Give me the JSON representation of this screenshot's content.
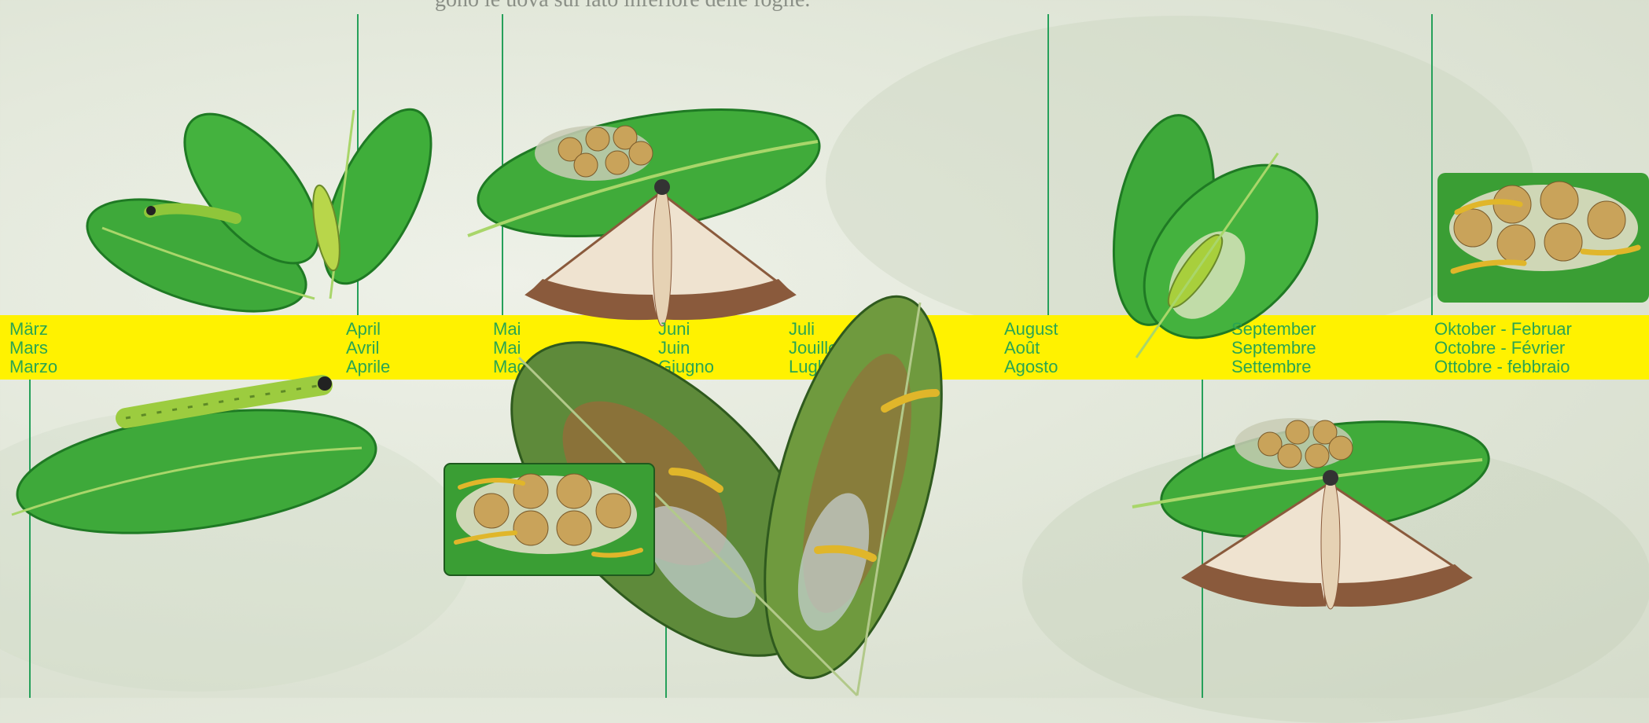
{
  "header": {
    "intro_text_fragment": "gono le uova sul lato inferiore delle foglie."
  },
  "timeline": {
    "months": [
      {
        "de": "März",
        "fr": "Mars",
        "it": "Marzo"
      },
      {
        "de": "April",
        "fr": "Avril",
        "it": "Aprile"
      },
      {
        "de": "Mai",
        "fr": "Mai",
        "it": "Maggio"
      },
      {
        "de": "Juni",
        "fr": "Juin",
        "it": "Giugno"
      },
      {
        "de": "Juli",
        "fr": "Jouillet",
        "it": "Luglio"
      },
      {
        "de": "August",
        "fr": "Août",
        "it": "Agosto"
      },
      {
        "de": "September",
        "fr": "Septembre",
        "it": "Settembre"
      },
      {
        "de": "Oktober - Februar",
        "fr": "Octobre - Février",
        "it": "Ottobre - febbraio"
      }
    ]
  },
  "colors": {
    "band": "#fff200",
    "month_text": "#2aa552",
    "timeline_line": "#26a05a",
    "leaf": "#3aa336",
    "leaf_dark": "#1e7a22",
    "egg": "#c9a35a",
    "moth_wing": "#efe3d0",
    "moth_border": "#8a5a3c"
  },
  "illustrations": [
    "caterpillar-on-leaves-illustration",
    "caterpillar-on-leaf-illustration",
    "eggs-and-moth-illustration",
    "damaged-leaves-illustration",
    "egg-cluster-closeup",
    "pupa-on-leaves-illustration",
    "eggs-and-moth-illustration-2",
    "overwintering-larvae-closeup"
  ]
}
